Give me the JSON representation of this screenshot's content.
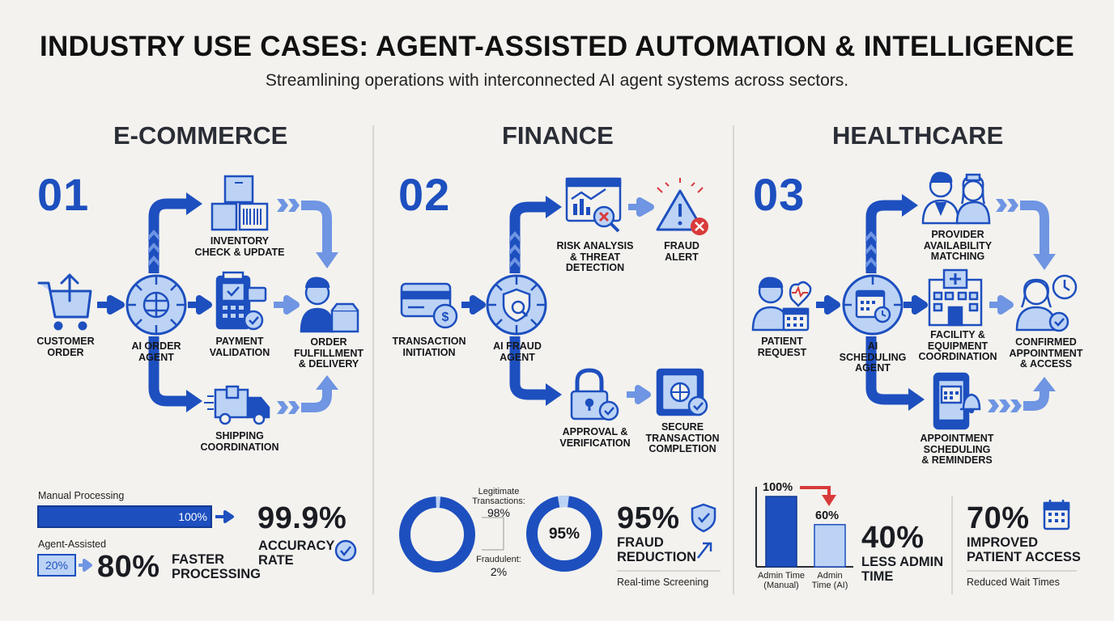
{
  "header": {
    "title": "INDUSTRY USE CASES: AGENT-ASSISTED AUTOMATION & INTELLIGENCE",
    "subtitle": "Streamlining operations with interconnected AI agent systems across sectors."
  },
  "colors": {
    "primary_blue": "#1d4fbf",
    "light_blue": "#bcd3f5",
    "alert_red": "#d93a3a",
    "background": "#f3f2ee"
  },
  "ecommerce": {
    "heading": "E-COMMERCE",
    "number": "01",
    "steps": {
      "customer_order": "CUSTOMER\nORDER",
      "agent": "AI ORDER\nAGENT",
      "inventory": "INVENTORY\nCHECK & UPDATE",
      "payment": "PAYMENT\nVALIDATION",
      "shipping": "SHIPPING\nCOORDINATION",
      "fulfillment": "ORDER\nFULFILLMENT\n& DELIVERY"
    },
    "icons": [
      "cart-icon",
      "ai-brain-icon",
      "boxes-icon",
      "payment-terminal-icon",
      "truck-icon",
      "delivery-person-icon"
    ],
    "metrics": {
      "manual_label": "Manual Processing",
      "manual_value": "100%",
      "manual_fraction": 1.0,
      "agent_label": "Agent-Assisted",
      "agent_value": "20%",
      "agent_fraction": 0.2,
      "faster_value": "80%",
      "faster_label": "FASTER\nPROCESSING",
      "accuracy_value": "99.9%",
      "accuracy_label": "ACCURACY\nRATE"
    }
  },
  "finance": {
    "heading": "FINANCE",
    "number": "02",
    "steps": {
      "transaction": "TRANSACTION\nINITIATION",
      "agent": "AI FRAUD\nAGENT",
      "risk": "RISK ANALYSIS\n& THREAT\nDETECTION",
      "alert": "FRAUD\nALERT",
      "approval": "APPROVAL &\nVERIFICATION",
      "secure": "SECURE\nTRANSACTION\nCOMPLETION"
    },
    "icons": [
      "credit-card-icon",
      "ai-shield-icon",
      "risk-chart-icon",
      "warning-icon",
      "padlock-icon",
      "safe-icon"
    ],
    "metrics": {
      "legit_label": "Legitimate\nTransactions:",
      "legit_value": "98%",
      "fraud_label": "Fraudulent:",
      "fraud_value": "2%",
      "donut_center": "95%",
      "reduction_value": "95%",
      "reduction_label": "FRAUD\nREDUCTION",
      "screening_label": "Real-time Screening"
    }
  },
  "healthcare": {
    "heading": "HEALTHCARE",
    "number": "03",
    "steps": {
      "patient": "PATIENT\nREQUEST",
      "agent": "AI\nSCHEDULING\nAGENT",
      "provider": "PROVIDER\nAVAILABILITY\nMATCHING",
      "facility": "FACILITY &\nEQUIPMENT\nCOORDINATION",
      "appointment": "APPOINTMENT\nSCHEDULING\n& REMINDERS",
      "confirmed": "CONFIRMED\nAPPOINTMENT\n& ACCESS"
    },
    "icons": [
      "patient-icon",
      "ai-calendar-icon",
      "doctors-icon",
      "hospital-icon",
      "phone-calendar-icon",
      "confirmed-person-icon"
    ],
    "metrics": {
      "bar_manual_value": "100%",
      "bar_manual_fraction": 1.0,
      "bar_manual_label": "Admin Time\n(Manual)",
      "bar_ai_value": "60%",
      "bar_ai_fraction": 0.6,
      "bar_ai_label": "Admin\nTime (AI)",
      "admin_value": "40%",
      "admin_label": "LESS ADMIN\nTIME",
      "access_value": "70%",
      "access_label": "IMPROVED\nPATIENT ACCESS",
      "wait_label": "Reduced Wait Times"
    }
  }
}
